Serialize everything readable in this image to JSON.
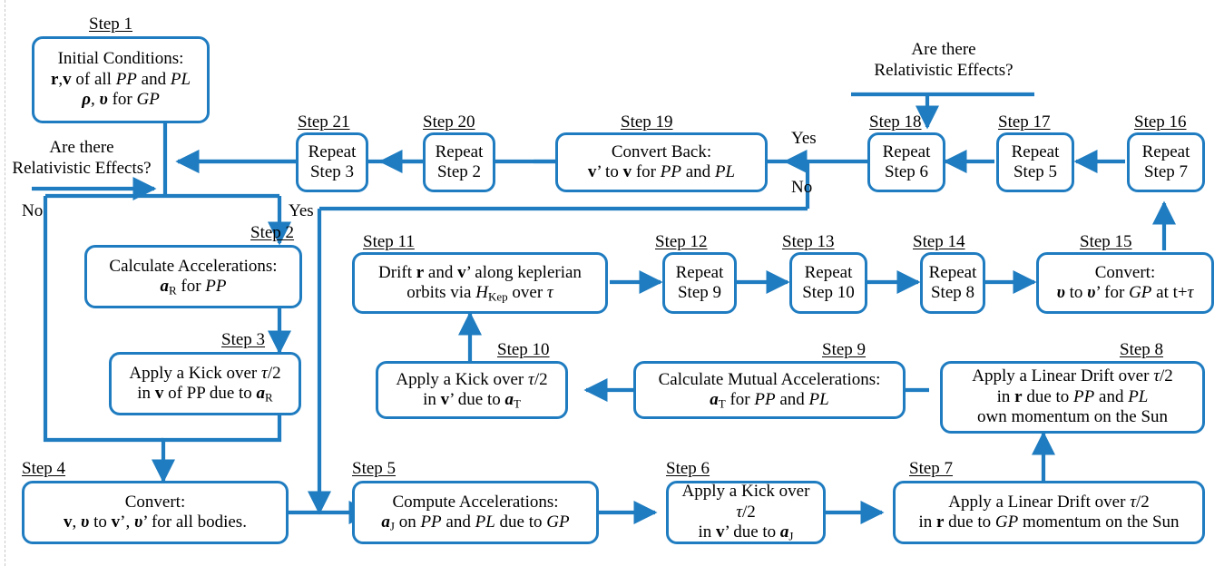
{
  "diagram": {
    "title": "Integrator step flowchart",
    "accent_color": "#1f7cc0",
    "text_color": "#000000",
    "background": "#ffffff",
    "dashed_guide_color": "#c9c9c9"
  },
  "decisions": [
    {
      "id": "decision-left",
      "text_line1": "Are there",
      "text_line2": "Relativistic Effects?",
      "yes_label": "Yes",
      "no_label": "No"
    },
    {
      "id": "decision-right",
      "text_line1": "Are there",
      "text_line2": "Relativistic Effects?",
      "yes_label": "Yes",
      "no_label": "No"
    }
  ],
  "steps": [
    {
      "n": 1,
      "label": "Step 1",
      "lines": [
        "Initial Conditions:",
        "r,v of all PP and PL",
        "ρ, υ for GP"
      ]
    },
    {
      "n": 2,
      "label": "Step 2",
      "lines": [
        "Calculate Accelerations:",
        "a_R for PP"
      ]
    },
    {
      "n": 3,
      "label": "Step 3",
      "lines": [
        "Apply a Kick over τ/2",
        "in v of PP due to a_R"
      ]
    },
    {
      "n": 4,
      "label": "Step 4",
      "lines": [
        "Convert:",
        "v, υ to v’, υ’ for all bodies."
      ]
    },
    {
      "n": 5,
      "label": "Step 5",
      "lines": [
        "Compute Accelerations:",
        "a_J on PP and PL due to GP"
      ]
    },
    {
      "n": 6,
      "label": "Step 6",
      "lines": [
        "Apply a Kick over τ/2",
        "in v’ due to a_J"
      ]
    },
    {
      "n": 7,
      "label": "Step 7",
      "lines": [
        "Apply a Linear Drift over τ/2",
        "in r due to GP momentum on the Sun"
      ]
    },
    {
      "n": 8,
      "label": "Step 8",
      "lines": [
        "Apply a Linear Drift over τ/2",
        "in r due to PP and PL",
        "own momentum on the Sun"
      ]
    },
    {
      "n": 9,
      "label": "Step 9",
      "lines": [
        "Calculate Mutual Accelerations:",
        "a_T for PP and PL"
      ]
    },
    {
      "n": 10,
      "label": "Step 10",
      "lines": [
        "Apply a Kick over τ/2",
        "in v’ due to a_T"
      ]
    },
    {
      "n": 11,
      "label": "Step 11",
      "lines": [
        "Drift r and v’ along keplerian",
        "orbits via H_Kep over τ"
      ]
    },
    {
      "n": 12,
      "label": "Step 12",
      "lines": [
        "Repeat",
        "Step 9"
      ]
    },
    {
      "n": 13,
      "label": "Step 13",
      "lines": [
        "Repeat",
        "Step 10"
      ]
    },
    {
      "n": 14,
      "label": "Step 14",
      "lines": [
        "Repeat",
        "Step 8"
      ]
    },
    {
      "n": 15,
      "label": "Step 15",
      "lines": [
        "Convert:",
        "υ to υ’ for GP at t+τ"
      ]
    },
    {
      "n": 16,
      "label": "Step 16",
      "lines": [
        "Repeat",
        "Step 7"
      ]
    },
    {
      "n": 17,
      "label": "Step 17",
      "lines": [
        "Repeat",
        "Step 5"
      ]
    },
    {
      "n": 18,
      "label": "Step 18",
      "lines": [
        "Repeat",
        "Step 6"
      ]
    },
    {
      "n": 19,
      "label": "Step 19",
      "lines": [
        "Convert Back:",
        "v’ to v for PP and PL"
      ]
    },
    {
      "n": 20,
      "label": "Step 20",
      "lines": [
        "Repeat",
        "Step 2"
      ]
    },
    {
      "n": 21,
      "label": "Step 21",
      "lines": [
        "Repeat",
        "Step 3"
      ]
    }
  ],
  "branch_labels": {
    "left_no": "No",
    "left_yes": "Yes",
    "right_yes": "Yes",
    "right_no": "No"
  }
}
